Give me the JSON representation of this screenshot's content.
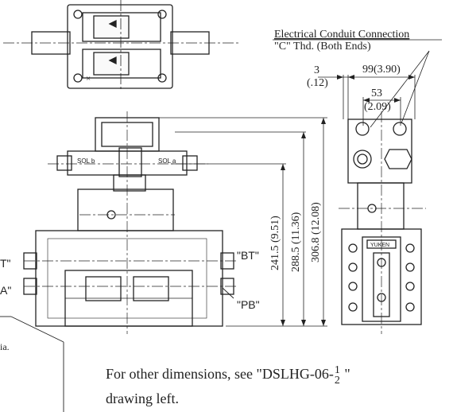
{
  "conduit": {
    "title": "Electrical Conduit Connection",
    "subtitle": "\"C\" Thd. (Both Ends)"
  },
  "dims": {
    "d3": "3",
    "d3_in": "(.12)",
    "d99": "99(3.90)",
    "d53": "53",
    "d53_in": "(2.09)",
    "d241": "241.5 (9.51)",
    "d288": "288.5 (11.36)",
    "d306": "306.8 (12.08)"
  },
  "ports": {
    "bt_left": "T\"",
    "a_left": "A\"",
    "bt_right": "\"BT\"",
    "pb_right": "\"PB\"",
    "dia": "ia."
  },
  "sol": {
    "b": "SOL b",
    "a": "SOL a"
  },
  "brand": "YUKEN",
  "note": {
    "prefix": "For other dimensions, see \"DSLHG-06-",
    "frac_num": "1",
    "frac_den": "2",
    "suffix": " \"",
    "line2": "drawing left."
  }
}
